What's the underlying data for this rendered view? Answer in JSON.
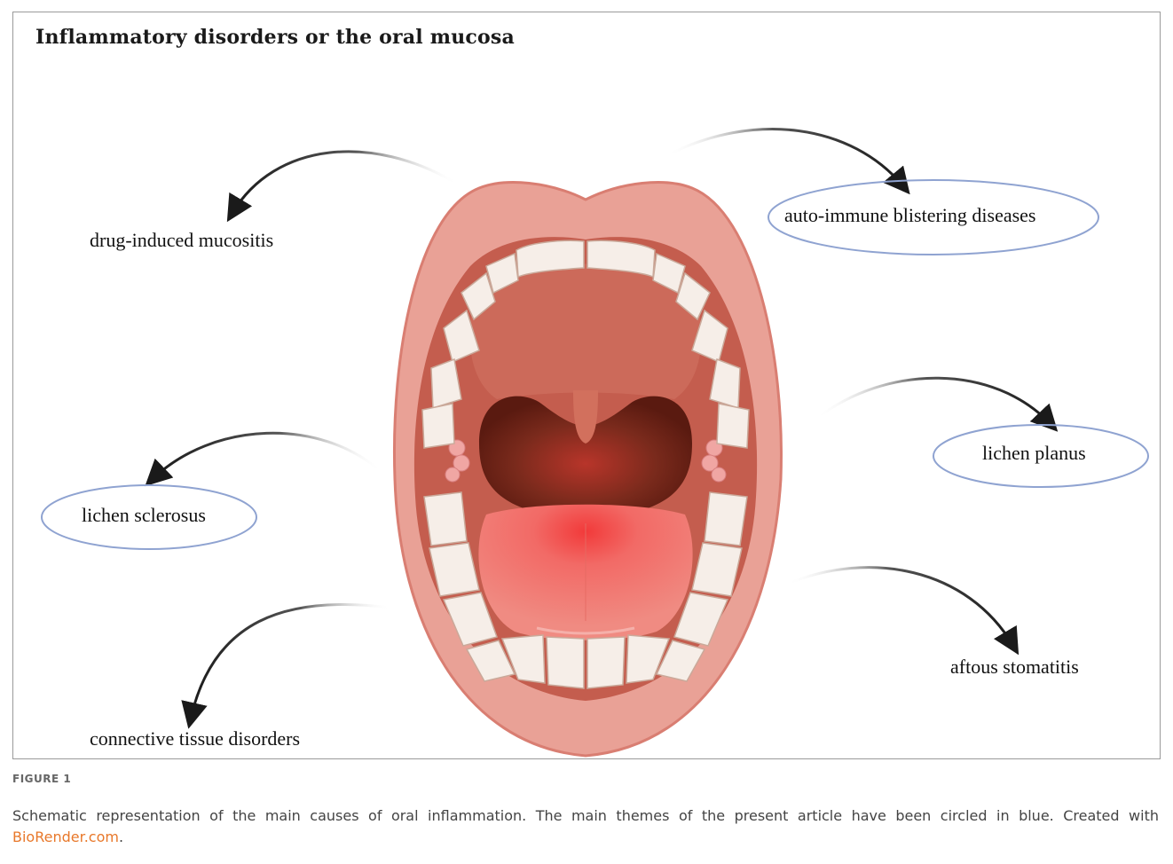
{
  "figure": {
    "title": "Inflammatory disorders or the oral mucosa",
    "labels": {
      "drug_induced": "drug-induced mucositis",
      "autoimmune": "auto-immune blistering diseases",
      "lichen_planus": "lichen planus",
      "lichen_sclerosus": "lichen sclerosus",
      "aftous": "aftous stomatitis",
      "connective": "connective tissue disorders"
    },
    "highlight_color": "#8fa3d1",
    "mouth_colors": {
      "lips": "#e9a196",
      "lip_edge": "#d97e72",
      "mouth_interior": "#c45d4e",
      "throat": "#6b2317",
      "tongue": "#ef7a74",
      "teeth": "#f6eee8"
    }
  },
  "caption": {
    "number": "FIGURE 1",
    "text": "Schematic representation of the main causes of oral inflammation. The main themes of the present article have been circled in blue. Created with ",
    "link": "BioRender.com",
    "end": "."
  }
}
